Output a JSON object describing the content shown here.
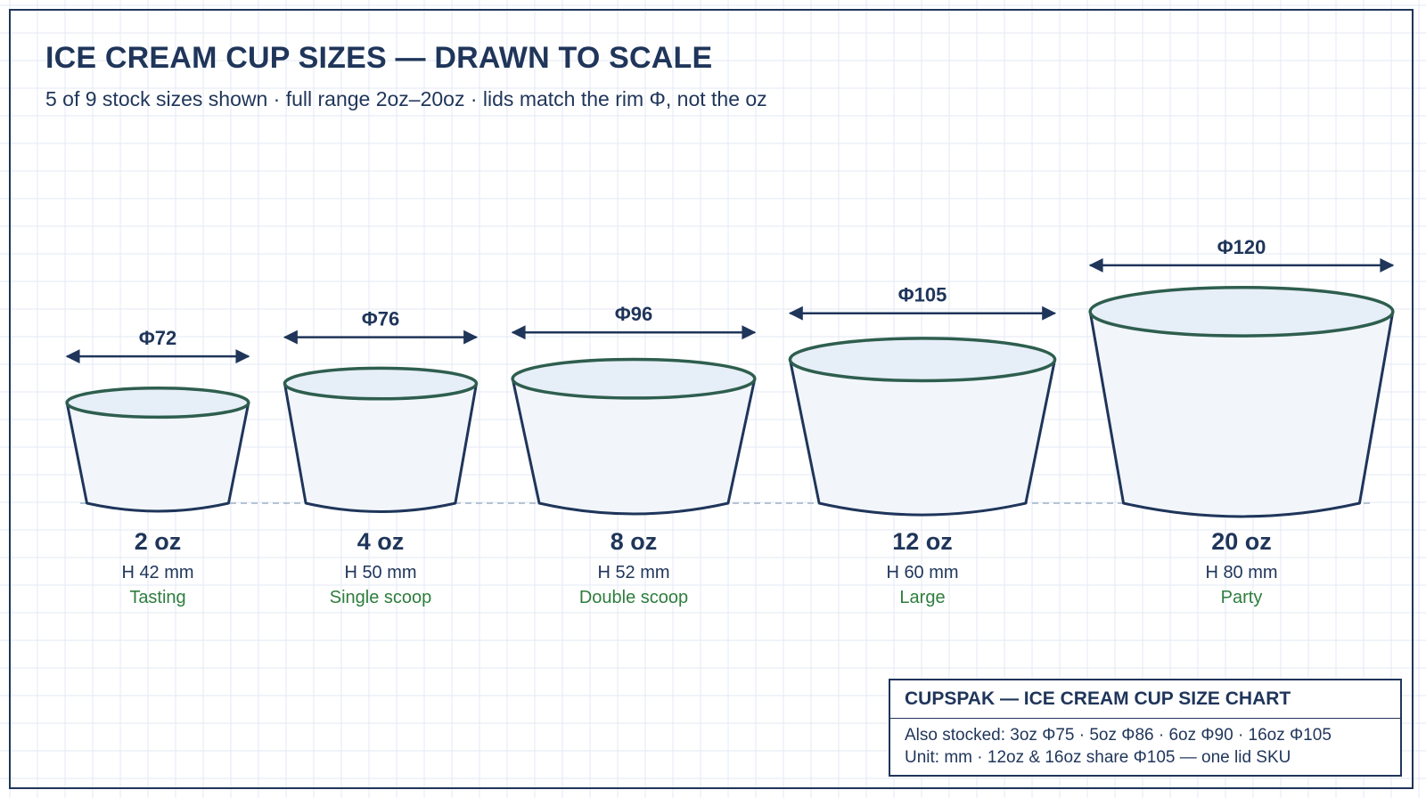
{
  "title": "ICE CREAM CUP SIZES — DRAWN TO SCALE",
  "subtitle": "5 of 9 stock sizes shown · full range 2oz–20oz · lids match the rim Φ, not the oz",
  "colors": {
    "ink": "#1f355a",
    "cup_outline": "#1f355a",
    "rim_outline": "#2e5e4e",
    "cup_fill": "#f2f6fb",
    "rim_fill": "#e6eef7",
    "use_label": "#2e7d3e",
    "grid": "#e3eaf4",
    "baseline": "#9fb3c8"
  },
  "cups": [
    {
      "size": "2 oz",
      "rim_diameter_mm": 72,
      "height_mm": 42,
      "diameter_label": "Φ72",
      "height_label": "H 42 mm",
      "use": "Tasting"
    },
    {
      "size": "4 oz",
      "rim_diameter_mm": 76,
      "height_mm": 50,
      "diameter_label": "Φ76",
      "height_label": "H 50 mm",
      "use": "Single scoop"
    },
    {
      "size": "8 oz",
      "rim_diameter_mm": 96,
      "height_mm": 52,
      "diameter_label": "Φ96",
      "height_label": "H 52 mm",
      "use": "Double scoop"
    },
    {
      "size": "12 oz",
      "rim_diameter_mm": 105,
      "height_mm": 60,
      "diameter_label": "Φ105",
      "height_label": "H 60 mm",
      "use": "Large"
    },
    {
      "size": "20 oz",
      "rim_diameter_mm": 120,
      "height_mm": 80,
      "diameter_label": "Φ120",
      "height_label": "H 80 mm",
      "use": "Party"
    }
  ],
  "title_block": {
    "heading": "CUPSPAK — ICE CREAM CUP SIZE CHART",
    "line1": "Also stocked: 3oz Φ75 · 5oz Φ86 · 6oz Φ90 · 16oz Φ105",
    "line2": "Unit: mm · 12oz & 16oz share Φ105 — one lid SKU"
  }
}
